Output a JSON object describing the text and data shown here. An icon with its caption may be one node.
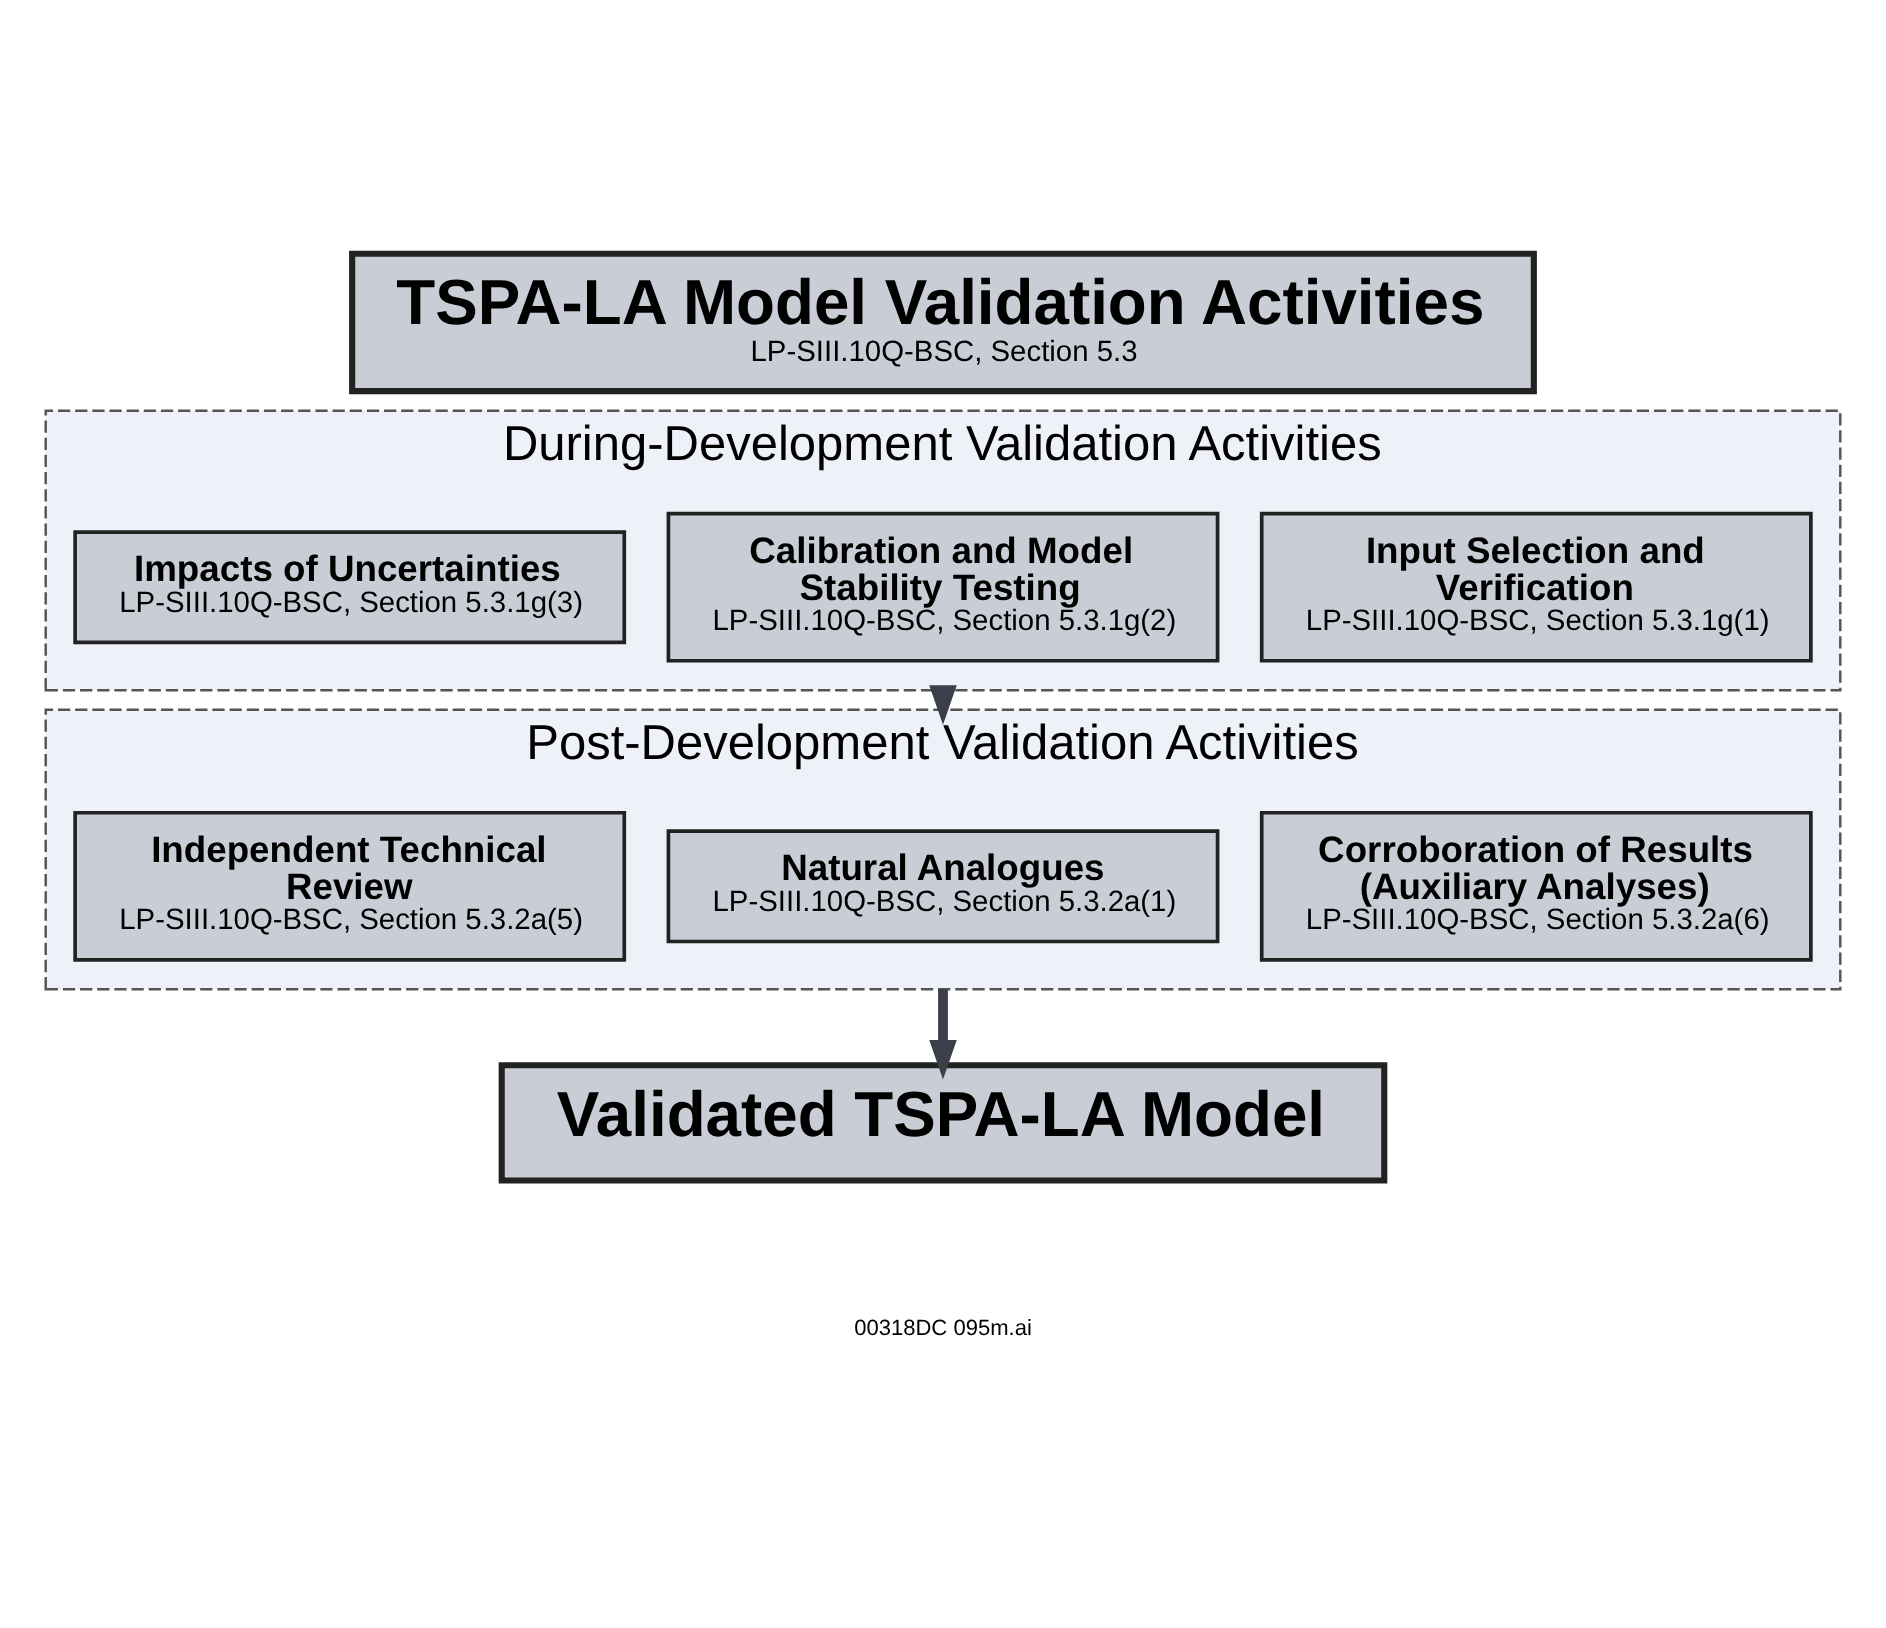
{
  "diagram": {
    "nodes": [
      {
        "text": [
          "TSPA-LA Model Validation Activities",
          "LP-SIII.10Q-BSC, Section 5.3"
        ]
      },
      {
        "text": [
          "During-Development Validation Activities"
        ]
      },
      {
        "text": [
          "Input Selection and Verification",
          "LP-SIII.10Q-BSC, Section 5.3.1g(1)"
        ],
        "in": 1
      },
      {
        "text": [
          "Calibration and Model Stability Testing",
          "LP-SIII.10Q-BSC, Section 5.3.1g(2)"
        ],
        "in": 1
      },
      {
        "text": [
          "Impacts of Uncertainties",
          "LP-SIII.10Q-BSC, Section 5.3.1g(3)"
        ],
        "in": 1
      },
      {
        "text": [
          "Post-Development Validation Activities"
        ]
      },
      {
        "text": [
          "Corroboration of Results (Auxiliary Analyses)",
          "LP-SIII.10Q-BSC, Section 5.3.2a(6)"
        ],
        "in": 5
      },
      {
        "text": [
          "Natural Analogues",
          "LP-SIII.10Q-BSC, Section 5.3.2a(1)"
        ],
        "in": 5
      },
      {
        "text": [
          "Independent Technical Review",
          "LP-SIII.10Q-BSC, Section 5.3.2a(5)"
        ],
        "in": 5
      },
      {
        "text": [
          "Validated TSPA-LA Model"
        ]
      }
    ],
    "edges": [
      {
        "from": 1,
        "to": 5,
        "arrow": "to"
      },
      {
        "from": 5,
        "to": 9,
        "arrow": "to"
      }
    ],
    "labels": [
      "00318DC 095m.ai"
    ]
  }
}
